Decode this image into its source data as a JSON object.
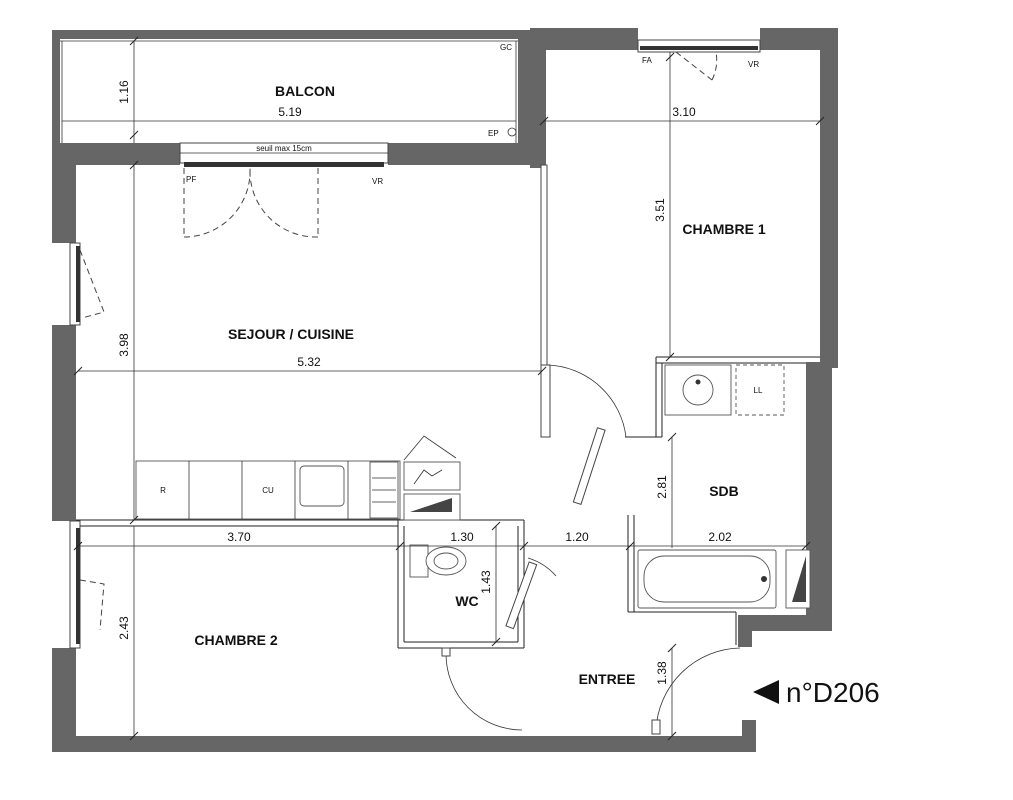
{
  "rooms": {
    "balcon": "BALCON",
    "sejour": "SEJOUR / CUISINE",
    "chambre1": "CHAMBRE 1",
    "chambre2": "CHAMBRE 2",
    "sdb": "SDB",
    "wc": "WC",
    "entree": "ENTREE"
  },
  "dimensions": {
    "balcon_width": "5.19",
    "balcon_depth": "1.16",
    "sejour_width": "5.32",
    "sejour_depth": "3.98",
    "chambre1_width": "3.10",
    "chambre1_depth": "3.51",
    "chambre2_width": "3.70",
    "chambre2_depth": "2.43",
    "wc_width": "1.30",
    "wc_depth": "1.43",
    "entree_width": "1.20",
    "entree_depth": "1.38",
    "sdb_width": "2.02",
    "sdb_depth": "2.81"
  },
  "annotations": {
    "gc": "GC",
    "ep": "EP",
    "fa": "FA",
    "vr_ch1": "VR",
    "pf": "PF",
    "vr_sejour": "VR",
    "seuil": "seuil max 15cm",
    "fridge": "R",
    "cooktop": "CU",
    "ll": "LL"
  },
  "unit": {
    "arrow_icon": "left-triangle-icon",
    "number": "n°D206"
  }
}
